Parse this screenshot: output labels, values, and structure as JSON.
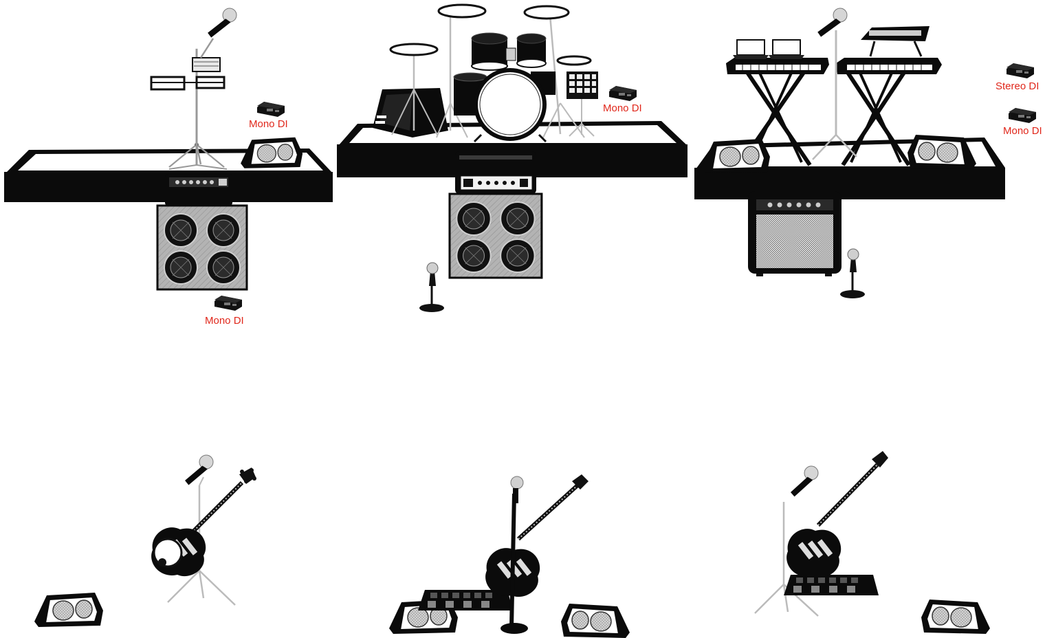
{
  "labels": {
    "di_left_riser": "Mono DI",
    "di_left_floor": "Mono DI",
    "di_drums": "Mono DI",
    "di_keys_stereo": "Stereo DI",
    "di_keys_mono": "Mono DI"
  },
  "colors": {
    "label_red": "#e0271b",
    "ink": "#0b0b0b",
    "cab_gray": "#a7a7a7",
    "chrome": "#c9c9c9"
  },
  "icons": [
    "riser-icon",
    "drum-kit-icon",
    "keyboard-stand-icon",
    "laptop-icon",
    "synth-icon",
    "amp-head-icon",
    "speaker-cabinet-icon",
    "combo-amp-icon",
    "floor-monitor-icon",
    "mic-stand-icon",
    "boom-mic-stand-icon",
    "di-box-icon",
    "bass-guitar-icon",
    "electric-guitar-icon",
    "pedalboard-icon",
    "percussion-rack-icon"
  ]
}
